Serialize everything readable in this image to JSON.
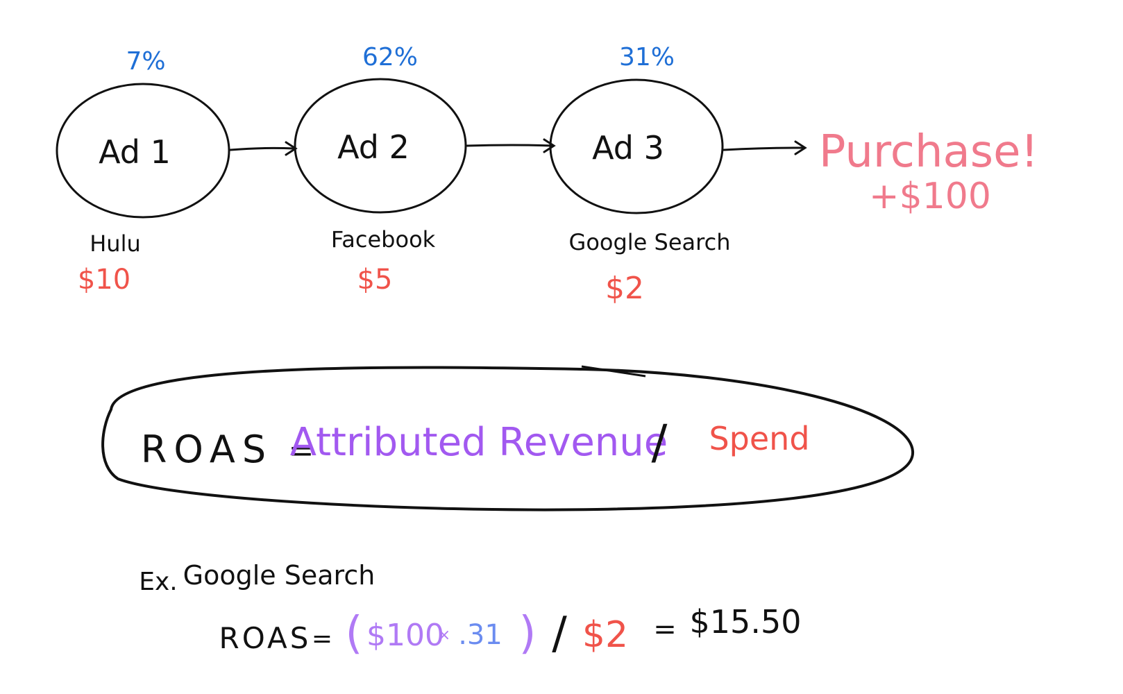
{
  "colors": {
    "ink": "#111111",
    "share": "#1f6fd6",
    "spend": "#f0534a",
    "purchase": "#f07a8c",
    "revenue": "#a259f0",
    "revenue_light": "#b07af5",
    "decimal": "#6b8cf0"
  },
  "funnel": {
    "ads": [
      {
        "label": "Ad 1",
        "share": "7%",
        "channel": "Hulu",
        "spend": "$10"
      },
      {
        "label": "Ad 2",
        "share": "62%",
        "channel": "Facebook",
        "spend": "$5"
      },
      {
        "label": "Ad 3",
        "share": "31%",
        "channel": "Google Search",
        "spend": "$2"
      }
    ],
    "purchase_label": "Purchase!",
    "purchase_value": "+$100"
  },
  "formula": {
    "lhs": "ROAS",
    "eq": "=",
    "numerator": "Attributed Revenue",
    "divider": "/",
    "denominator": "Spend"
  },
  "example": {
    "prefix": "Ex.",
    "channel": "Google Search",
    "lhs": "ROAS",
    "eq": "=",
    "open_paren": "(",
    "revenue": "$100",
    "times": "×",
    "share": ".31",
    "close_paren": ")",
    "divider": "/",
    "spend": "$2",
    "eq2": "=",
    "result": "$15.50"
  }
}
